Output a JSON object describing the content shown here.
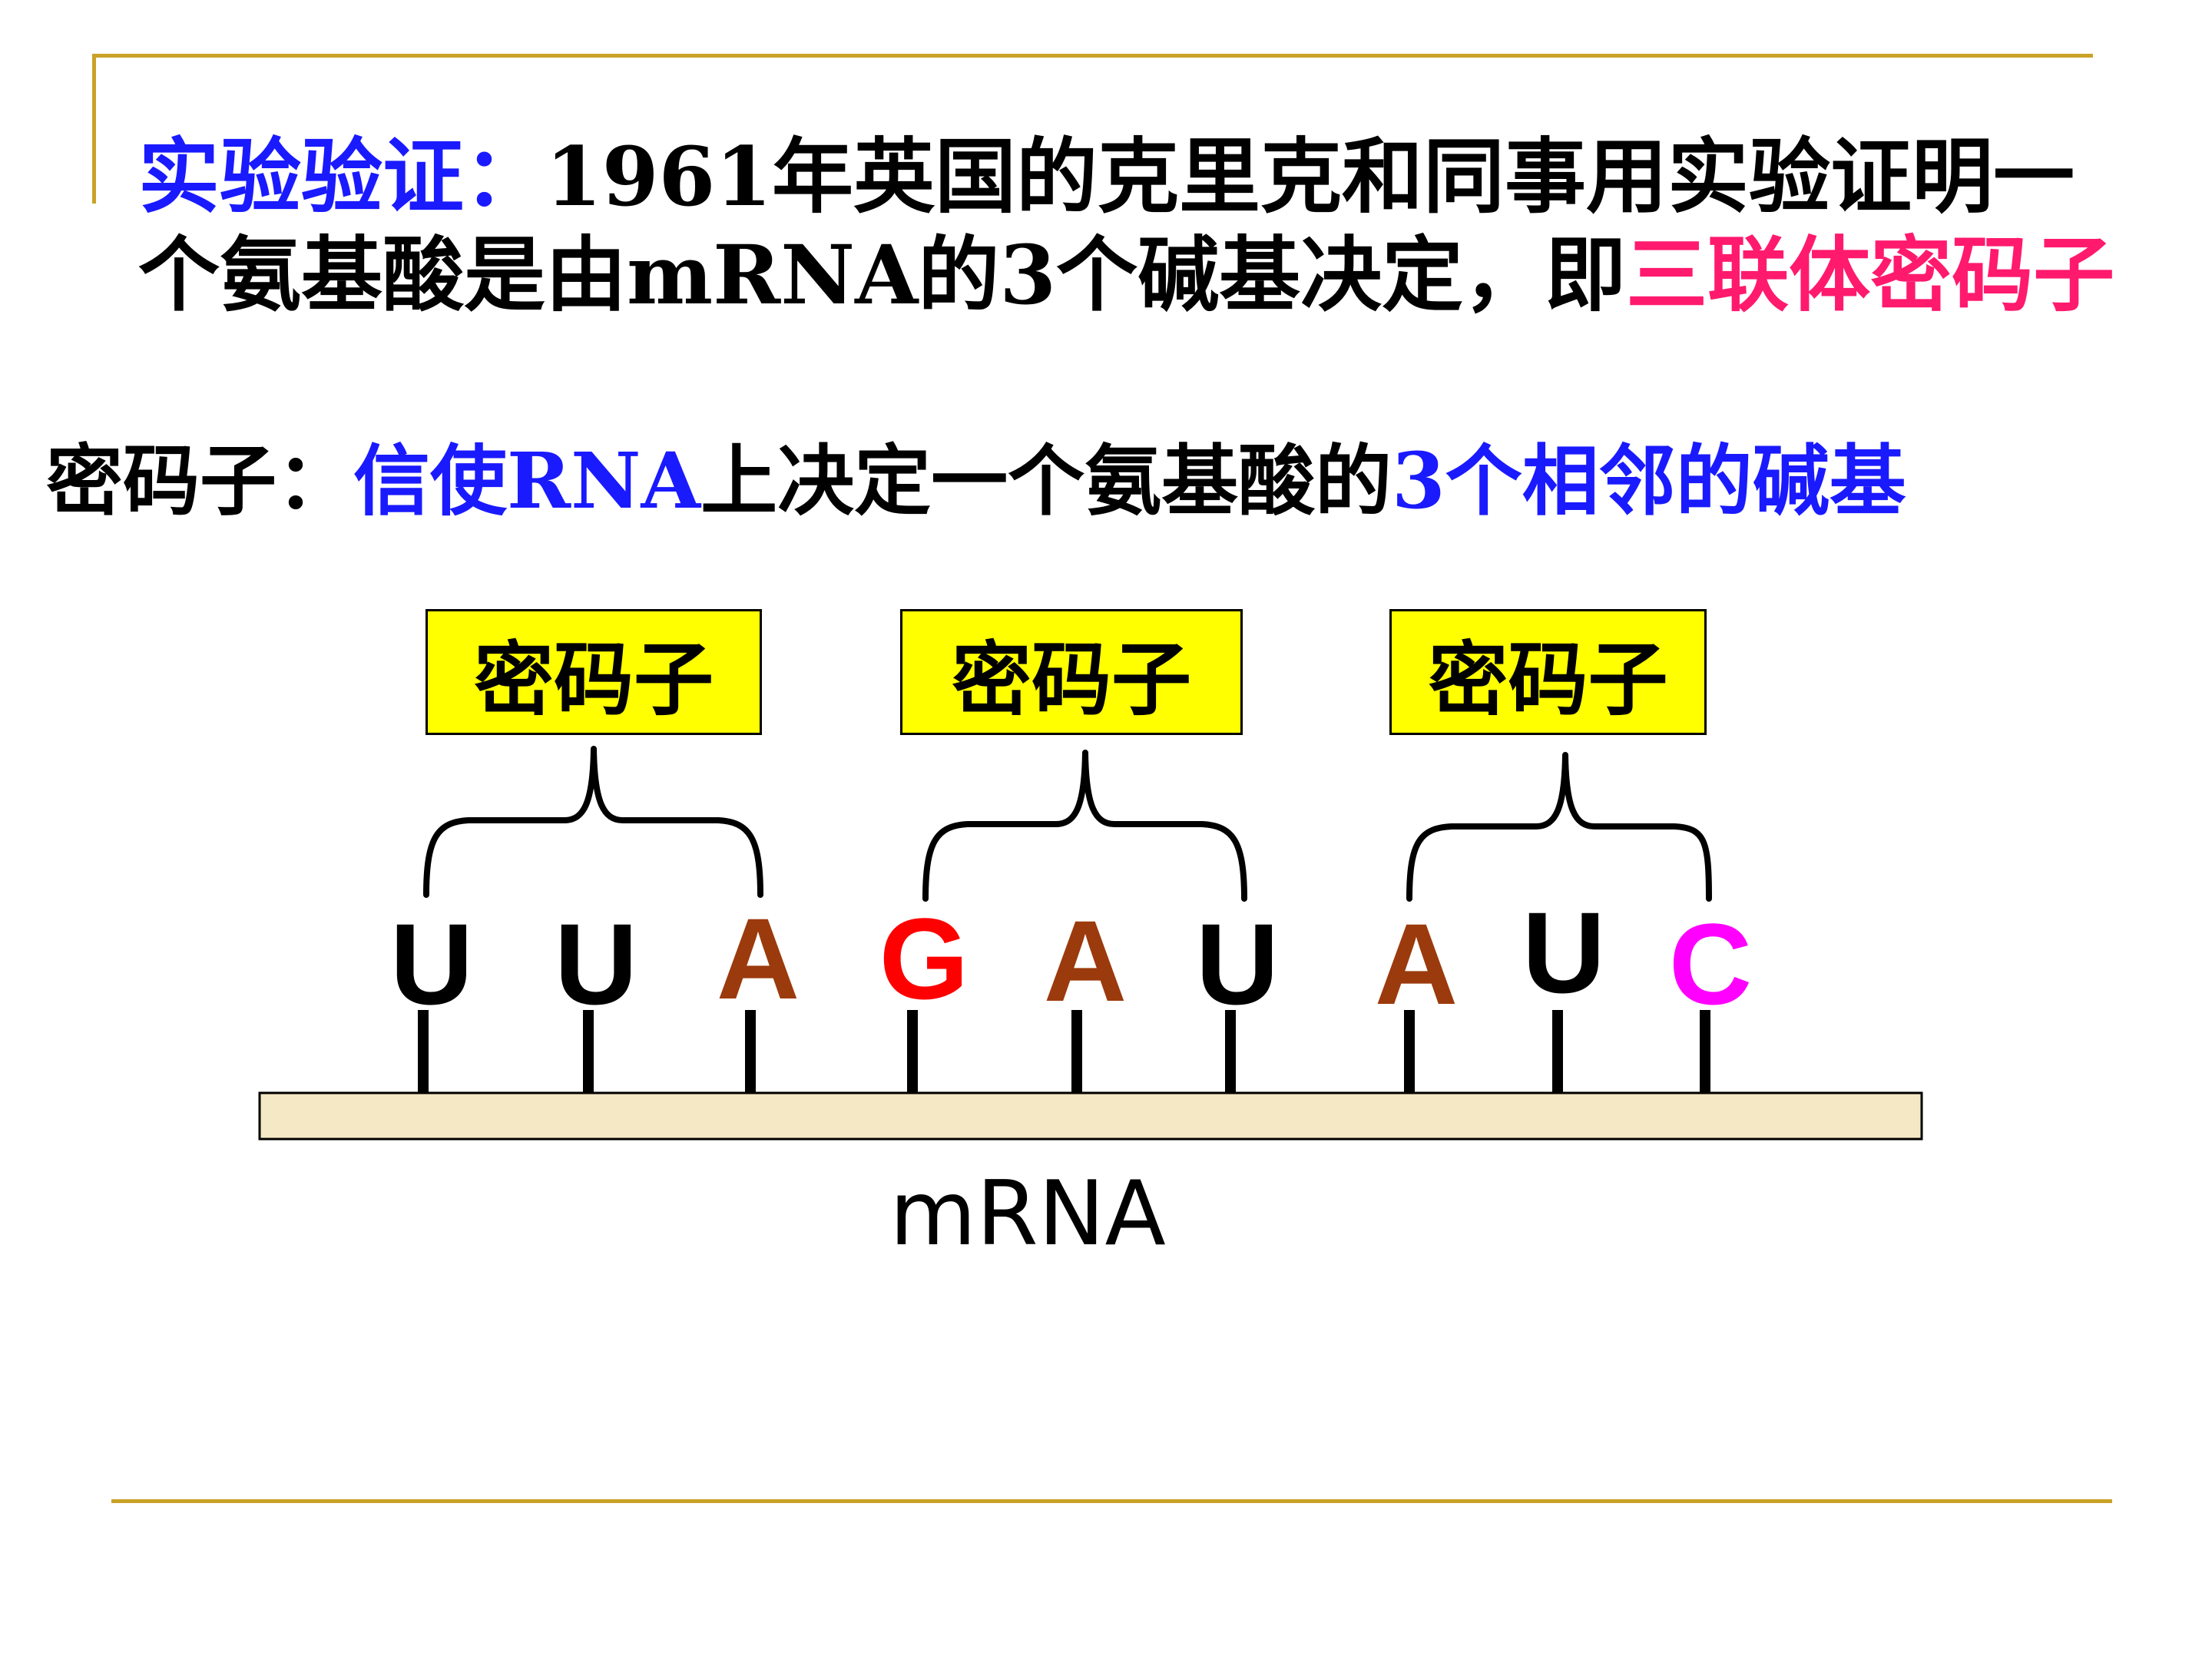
{
  "intro": {
    "heading": "实验验证：",
    "line1_rest": "1961年英国的克里克和同事用实验证明一",
    "line2_main": "个氨基酸是由mRNA的3个碱基决定，即",
    "line2_highlight": "三联体密码子"
  },
  "definition": {
    "term": "密码子：",
    "part_blue1": "信使RNA",
    "part_black": "上决定一个氨基酸的",
    "part_blue2": "3个相邻的碱基"
  },
  "diagram": {
    "codon_label": "密码子",
    "bases": [
      "U",
      "U",
      "A",
      "G",
      "A",
      "U",
      "A",
      "U",
      "C"
    ],
    "strand_label": "mRNA"
  },
  "colors": {
    "rule": "#c9a227",
    "heading_blue": "#1a1aff",
    "highlight_pink": "#ff1a6e",
    "codon_box_fill": "#ffff00",
    "strand_fill": "#f4e9c4",
    "base_U": "#000000",
    "base_A": "#9b3a0c",
    "base_G": "#ff0000",
    "base_C": "#ff00ff"
  }
}
